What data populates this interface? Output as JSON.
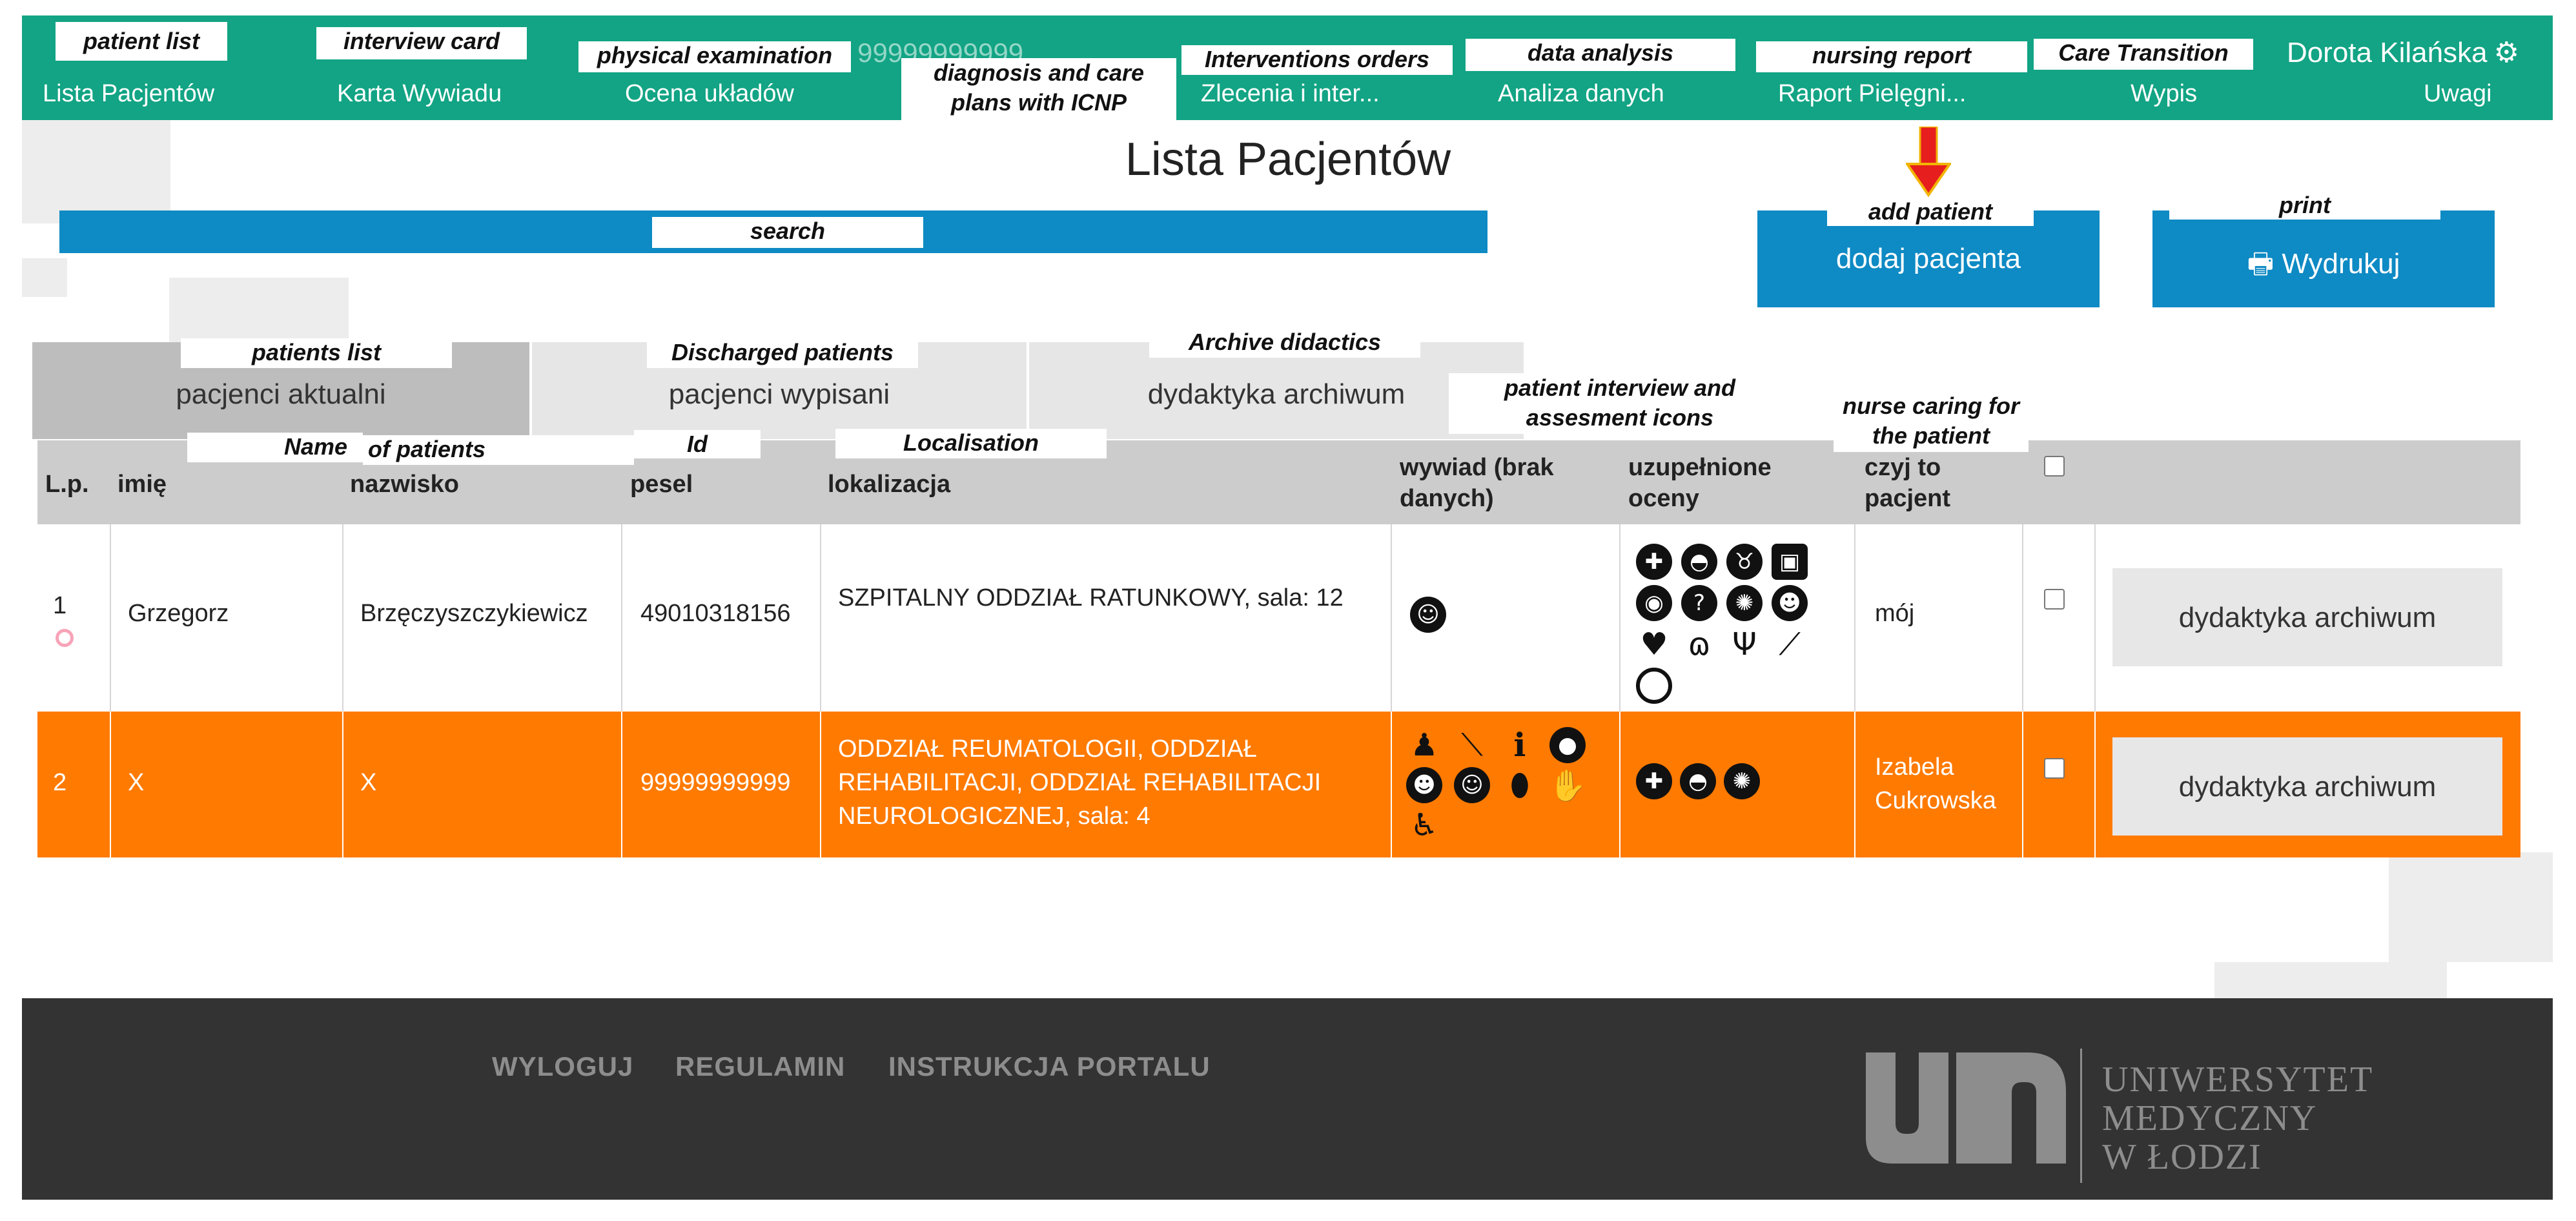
{
  "nav": {
    "patient_line": "pacjent: X X 99999999999",
    "user": "Dorota Kilańska",
    "items": [
      "Lista Pacjentów",
      "Karta Wywiadu",
      "Ocena układów",
      "Zlecenia i inter...",
      "Analiza danych",
      "Raport Pielęgni...",
      "Wypis",
      "Uwagi"
    ]
  },
  "annotations": {
    "patient_list": "patient list",
    "interview_card": "interview card",
    "physical_examination": "physical examination",
    "diagnosis": "diagnosis and care plans with ICNP",
    "interventions": "Interventions orders",
    "data_analysis": "data analysis",
    "nursing_report": "nursing report",
    "care_transition": "Care Transition",
    "search": "search",
    "add_patient": "add patient",
    "print": "print",
    "patients_list": "patients list",
    "discharged": "Discharged patients",
    "archive_didactics": "Archive didactics",
    "interview_icons": "patient interview and assesment icons",
    "nurse_caring": "nurse caring for the patient",
    "name": "Name",
    "of_patients": "of patients",
    "id": "Id",
    "localisation": "Localisation"
  },
  "page": {
    "title": "Lista Pacjentów"
  },
  "buttons": {
    "add_patient": "dodaj pacjenta",
    "print": "Wydrukuj"
  },
  "tabs": [
    "pacjenci aktualni",
    "pacjenci wypisani",
    "dydaktyka archiwum"
  ],
  "table": {
    "headers": [
      "L.p.",
      "imię",
      "nazwisko",
      "pesel",
      "lokalizacja",
      "wywiad (brak danych)",
      "uzupełnione oceny",
      "czyj to pacjent"
    ],
    "rows": [
      {
        "lp": "1",
        "first_name": "Grzegorz",
        "last_name": "Brzęczyszczykiewicz",
        "pesel": "49010318156",
        "location": "SZPITALNY ODDZIAŁ RATUNKOWY, sala: 12",
        "owner": "mój",
        "action": "dydaktyka archiwum"
      },
      {
        "lp": "2",
        "first_name": "X",
        "last_name": "X",
        "pesel": "99999999999",
        "location": "ODDZIAŁ REUMATOLOGII, ODDZIAŁ REHABILITACJI, ODDZIAŁ REHABILITACJI NEUROLOGICZNEJ, sala: 4",
        "owner": "Izabela Cukrowska",
        "action": "dydaktyka archiwum"
      }
    ]
  },
  "footer": {
    "links": [
      "WYLOGUJ",
      "REGULAMIN",
      "INSTRUKCJA PORTALU"
    ],
    "logo_mark": "um",
    "logo_lines": [
      "UNIWERSYTET",
      "MEDYCZNY",
      "W ŁODZI"
    ]
  },
  "colors": {
    "nav_green": "#12a484",
    "button_blue": "#0e8ac4",
    "highlight_orange": "#ff7a00",
    "footer_dark": "#333333"
  }
}
